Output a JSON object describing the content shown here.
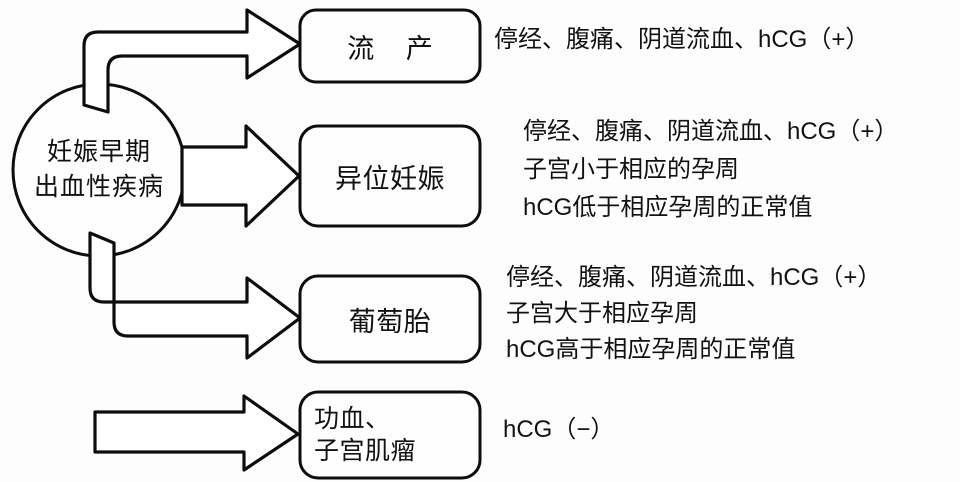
{
  "diagram": {
    "type": "flow-diagram",
    "title_node": {
      "shape": "circle",
      "lines": [
        "妊娠早期",
        "出血性疾病"
      ]
    },
    "branches": [
      {
        "box_lines": [
          "流  产"
        ],
        "arrow": "elbow-up-right-block-arrow",
        "description_lines": [
          "停经、腹痛、阴道流血、hCG（+）"
        ]
      },
      {
        "box_lines": [
          "异位妊娠"
        ],
        "arrow": "straight-right-block-arrow",
        "description_lines": [
          "停经、腹痛、阴道流血、hCG（+）",
          "子宫小于相应的孕周",
          "hCG低于相应孕周的正常值"
        ]
      },
      {
        "box_lines": [
          "葡萄胎"
        ],
        "arrow": "elbow-down-right-block-arrow",
        "description_lines": [
          "停经、腹痛、阴道流血、hCG（+）",
          "子宫大于相应孕周",
          "hCG高于相应孕周的正常值"
        ]
      },
      {
        "box_lines": [
          "功血、",
          "子宫肌瘤"
        ],
        "arrow": "straight-right-block-arrow",
        "description_lines": [
          "hCG（−）"
        ]
      }
    ],
    "colors": {
      "stroke": "#0d0d0d",
      "fill": "#ffffff",
      "background": "#fdfdfd",
      "text": "#111111"
    }
  }
}
